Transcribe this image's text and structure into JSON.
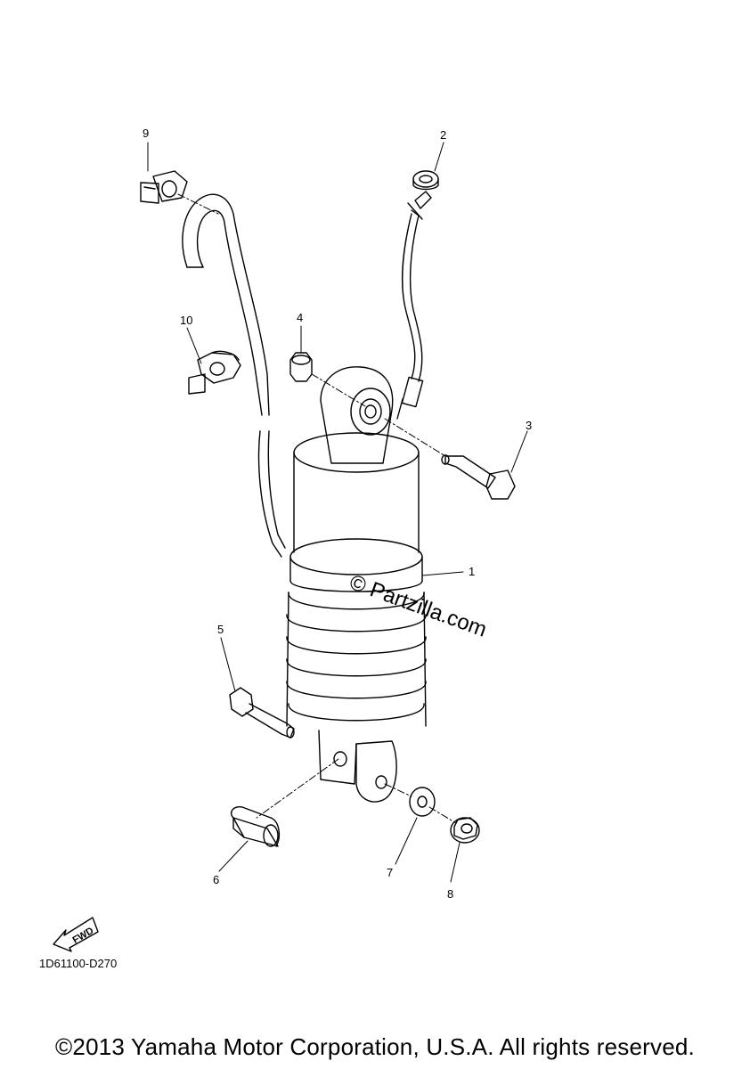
{
  "callouts": [
    "1",
    "2",
    "3",
    "4",
    "5",
    "6",
    "7",
    "8",
    "9",
    "10"
  ],
  "part_code": "1D61100-D270",
  "copyright": "©2013 Yamaha Motor Corporation, U.S.A. All rights reserved.",
  "watermark": "© Partzilla.com",
  "fwd_badge": "FWD"
}
